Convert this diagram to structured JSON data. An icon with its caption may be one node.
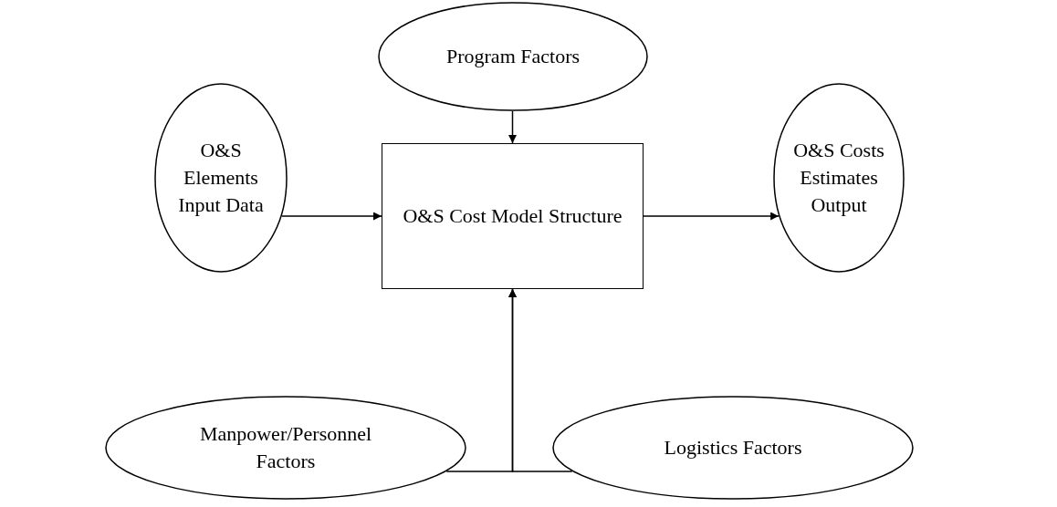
{
  "diagram": {
    "nodes": [
      {
        "text": [
          "Program Factors"
        ]
      },
      {
        "text": [
          "O&S Elements Input Data"
        ]
      },
      {
        "text": [
          "O&S Cost Model Structure"
        ]
      },
      {
        "text": [
          "O&S Costs Estimates Output"
        ]
      },
      {
        "text": [
          "Manpower/Personnel Factors"
        ]
      },
      {
        "text": [
          "Logistics Factors"
        ]
      }
    ],
    "edges": [
      {
        "from": 0,
        "to": 2,
        "arrow": "to"
      },
      {
        "from": 1,
        "to": 2,
        "arrow": "to"
      },
      {
        "from": 2,
        "to": 3,
        "arrow": "to"
      },
      {
        "from": 4,
        "to": 2,
        "arrow": "to"
      },
      {
        "from": 5,
        "to": 2,
        "arrow": "to"
      }
    ]
  }
}
